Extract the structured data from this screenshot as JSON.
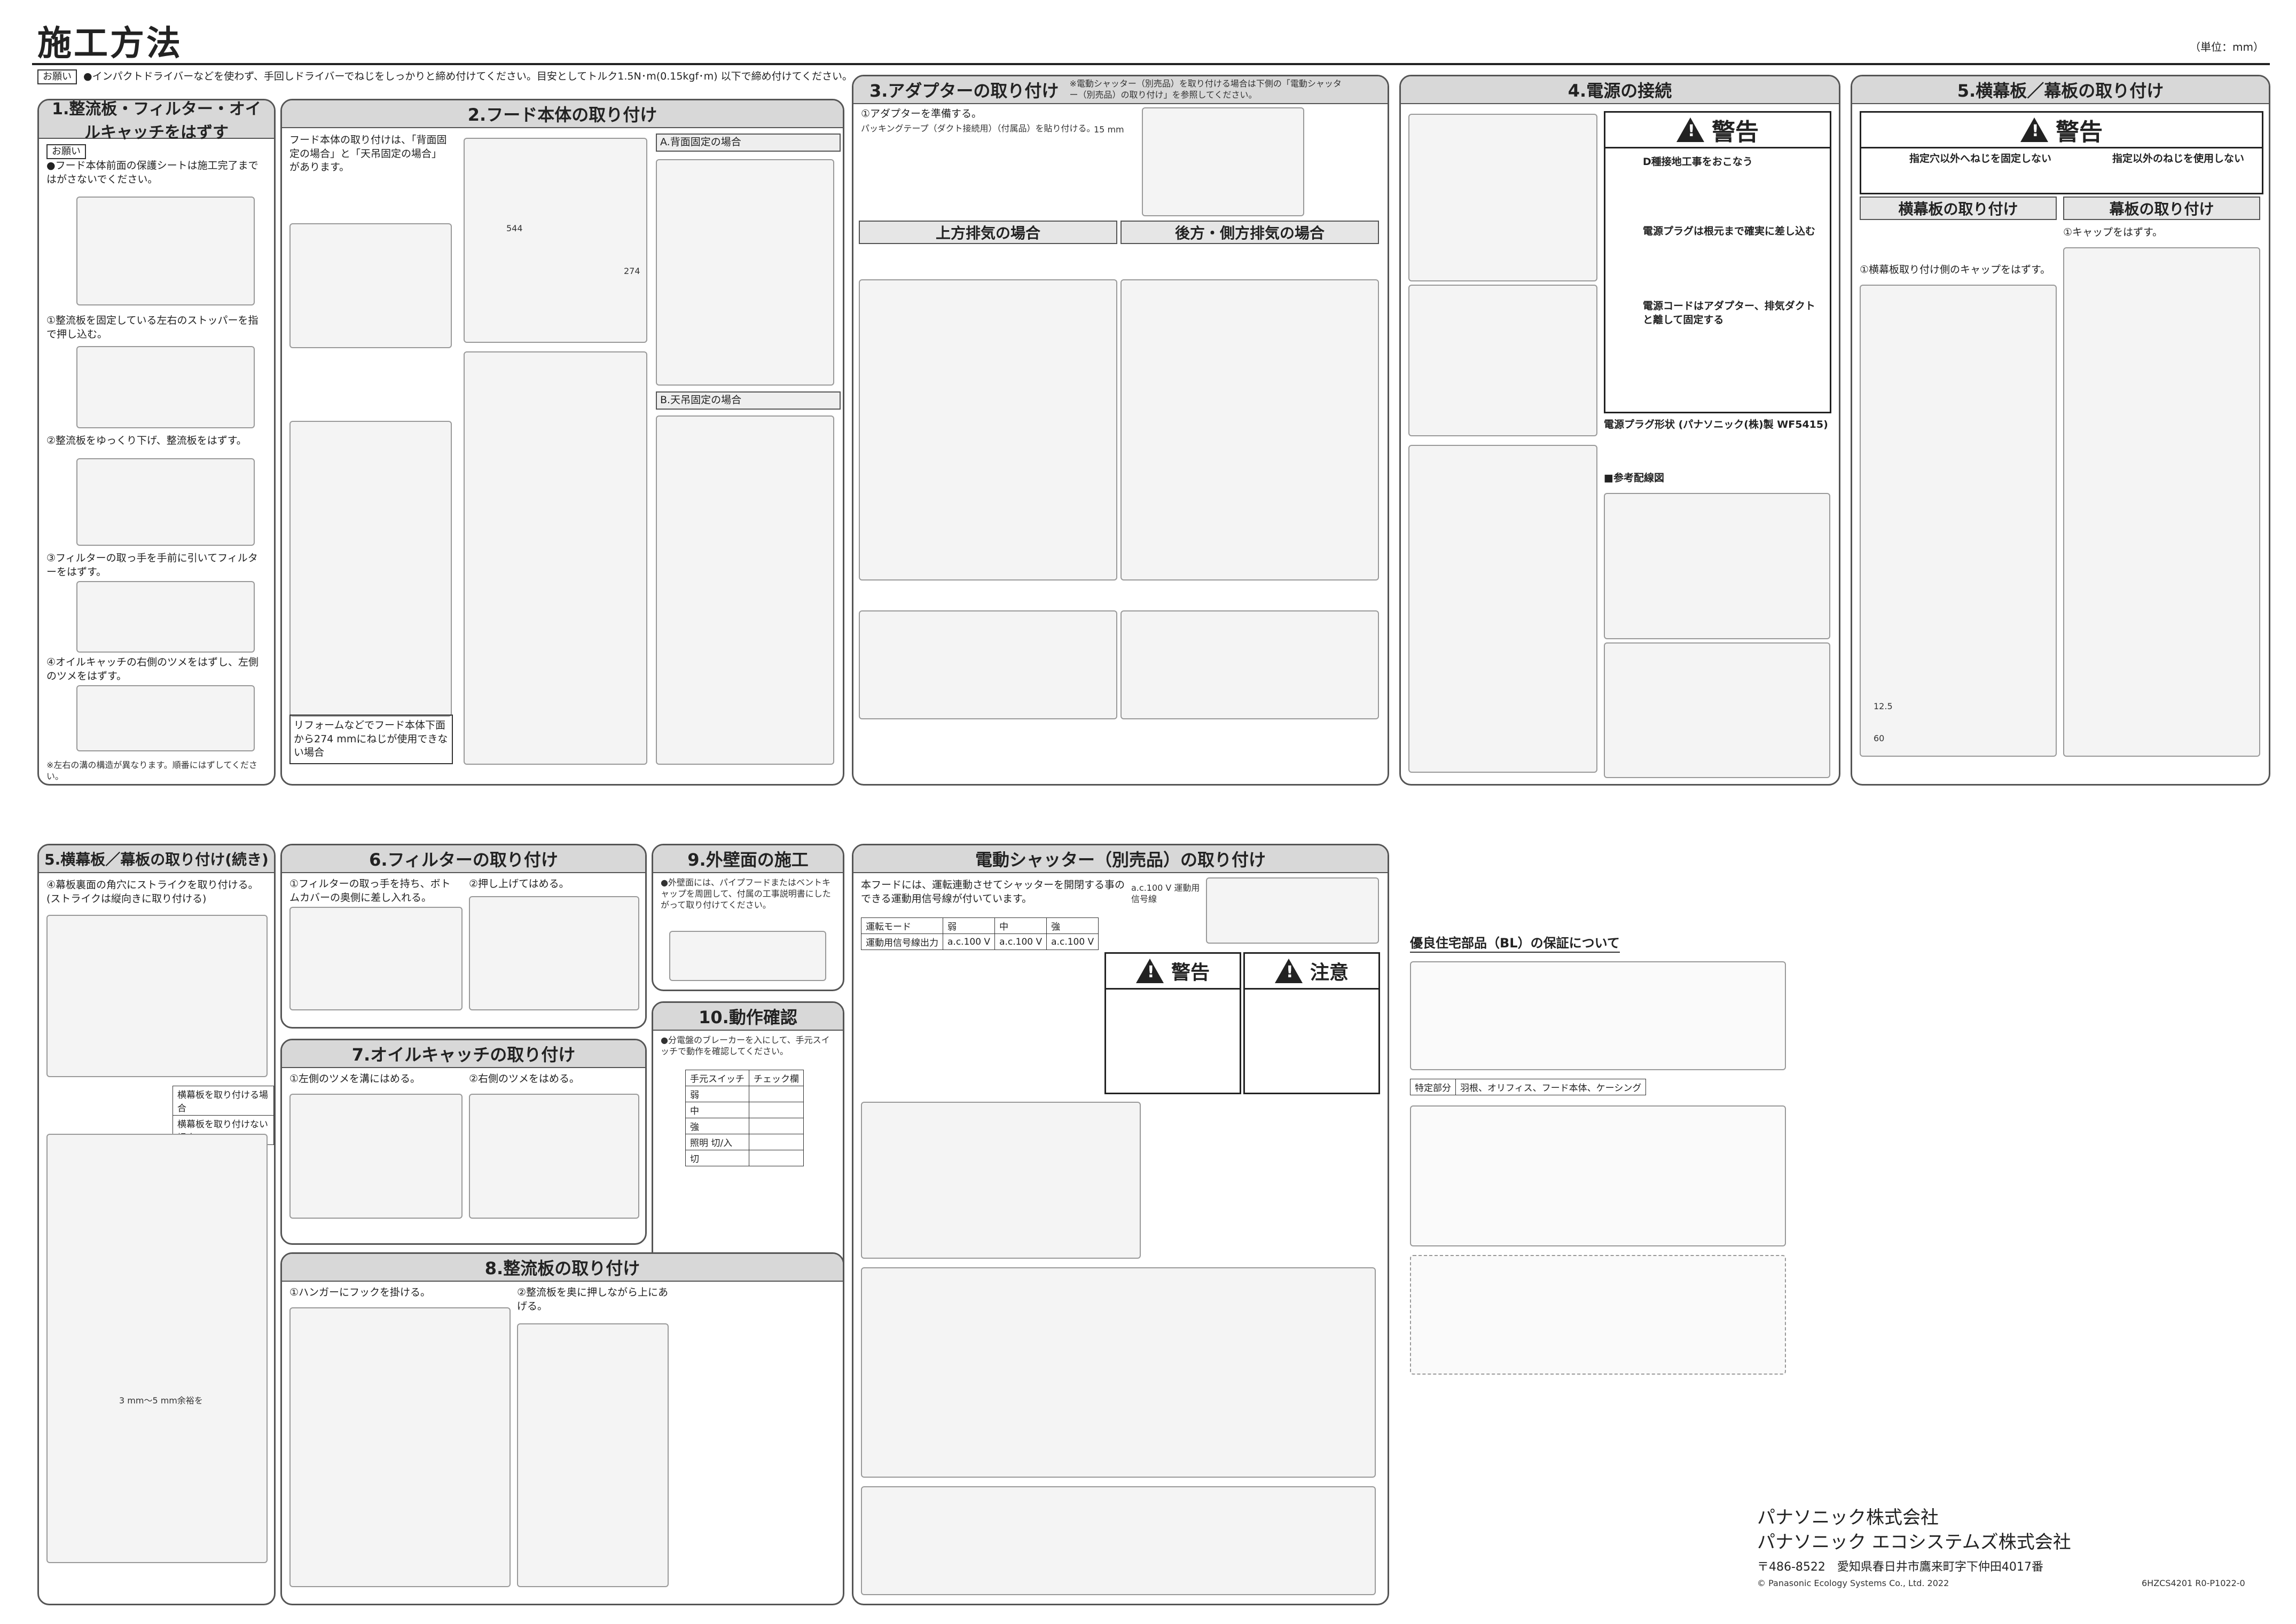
{
  "page": {
    "title": "施工方法",
    "unit": "（単位：mm）"
  },
  "top_note": {
    "tag": "お願い",
    "text": "●インパクトドライバーなどを使わず、手回しドライバーでねじをしっかりと締め付けてください。目安としてトルク1.5N･m(0.15kgf･m) 以下で締め付けてください。"
  },
  "sections": {
    "s1": {
      "title": "1.整流板・フィルター・オイルキャッチをはずす",
      "note": "お願い",
      "text": "●フード本体前面の保護シートは施工完了まではがさないでください。",
      "steps": [
        "①整流板を固定している左右のストッパーを指で押し込む。",
        "②整流板をゆっくり下げ、整流板をはずす。",
        "③フィルターの取っ手を手前に引いてフィルターをはずす。",
        "④オイルキャッチの右側のツメをはずし、左側のツメをはずす。"
      ],
      "foot": "※左右の溝の構造が異なります。順番にはずしてください。"
    },
    "s2": {
      "title": "2.フード本体の取り付け",
      "text": "フード本体の取り付けは、「背面固定の場合」と「天吊固定の場合」があります。",
      "a_title": "A.背面固定の場合",
      "b_title": "B.天吊固定の場合",
      "reform": "リフォームなどでフード本体下面から274 mmにねじが使用できない場合",
      "dim1": "544",
      "dim2": "274"
    },
    "s3": {
      "title": "3.アダプターの取り付け",
      "note": "※電動シャッター（別売品）を取り付ける場合は下側の「電動シャッター（別売品）の取り付け」を参照してください。",
      "up_title": "上方排気の場合",
      "back_title": "後方・側方排気の場合",
      "step1": "①アダプターを準備する。",
      "step1_sub": "パッキングテープ（ダクト接続用）（付属品）を貼り付ける。",
      "dim": "15 mm"
    },
    "s4": {
      "title": "4.電源の接続",
      "warn": "警告",
      "w1": "D種接地工事をおこなう",
      "w2": "電源プラグは根元まで確実に差し込む",
      "w3": "電源コードはアダプター、排気ダクトと離して固定する",
      "plug": "電源プラグ形状 (パナソニック(株)製 WF5415)",
      "wiring": "■参考配線図"
    },
    "s5": {
      "title": "5.横幕板／幕板の取り付け",
      "warn": "警告",
      "w1": "指定穴以外へねじを固定しない",
      "w2": "指定以外のねじを使用しない",
      "left_title": "横幕板の取り付け",
      "right_title": "幕板の取り付け",
      "l1": "①横幕板取り付け側のキャップをはずす。",
      "r1": "①キャップをはずす。",
      "dim1": "12.5",
      "dim2": "60"
    },
    "s5c": {
      "title": "5.横幕板／幕板の取り付け(続き)",
      "step": "④幕板裏面の角穴にストライクを取り付ける。(ストライクは縦向きに取り付ける)",
      "tbl": [
        "横幕板を取り付ける場合",
        "横幕板を取り付けない場合"
      ],
      "dim": "3 mm〜5 mm余裕を"
    },
    "s6": {
      "title": "6.フィルターの取り付け",
      "s1": "①フィルターの取っ手を持ち、ボトムカバーの奥側に差し入れる。",
      "s2": "②押し上げてはめる。"
    },
    "s7": {
      "title": "7.オイルキャッチの取り付け",
      "s1": "①左側のツメを溝にはめる。",
      "s2": "②右側のツメをはめる。"
    },
    "s8": {
      "title": "8.整流板の取り付け",
      "s1": "①ハンガーにフックを掛ける。",
      "s2": "②整流板を奥に押しながら上にあげる。"
    },
    "s9": {
      "title": "9.外壁面の施工",
      "text": "●外壁面には、パイプフードまたはベントキャップを周囲して、付属の工事説明書にしたがって取り付けてください。"
    },
    "s10": {
      "title": "10.動作確認",
      "text": "●分電盤のブレーカーを入にして、手元スイッチで動作を確認してください。",
      "tbl_head": [
        "手元スイッチ",
        "チェック欄"
      ],
      "tbl_rows": [
        "弱",
        "中",
        "強",
        "照明 切/入",
        "切"
      ]
    },
    "s11": {
      "title": "電動シャッター（別売品）の取り付け",
      "text": "本フードには、運転連動させてシャッターを開閉する事のできる運動用信号線が付いています。",
      "tbl_head": [
        "運転モード",
        "弱",
        "中",
        "強"
      ],
      "tbl_row": [
        "運動用信号線出力",
        "a.c.100 V",
        "a.c.100 V",
        "a.c.100 V"
      ],
      "warn": "警告",
      "caution": "注意",
      "sig": "a.c.100 V 運動用信号線"
    },
    "bl": {
      "title": "優良住宅部品（BL）の保証について",
      "spec_label": "特定部分",
      "spec_val": "羽根、オリフィス、フード本体、ケーシング"
    }
  },
  "footer": {
    "corp1": "パナソニック株式会社",
    "corp2": "パナソニック エコシステムズ株式会社",
    "addr": "〒486-8522　愛知県春日井市鷹来町字下仲田4017番",
    "copy": "© Panasonic Ecology Systems Co., Ltd. 2022",
    "code": "6HZCS4201 R0-P1022-0"
  }
}
